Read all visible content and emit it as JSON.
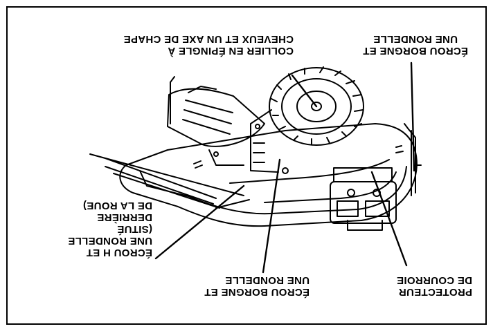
{
  "callouts": {
    "h_nut": {
      "lines": [
        "ÉCROU H ET",
        "UNE RONDELLE",
        "(SITUÉ",
        "DERRIÈRE",
        "DE LA ROUE)"
      ]
    },
    "cap_nut_lower": {
      "lines": [
        "ÉCROU BORGNE ET",
        "UNE RONDELLE"
      ]
    },
    "belt_guard": {
      "lines": [
        "PROTECTEUR",
        "DE COURROIE"
      ]
    },
    "hairpin_clevis": {
      "lines": [
        "COLLIER EN ÉPINGLE À",
        "CHEVEUX ET UN AXE DE CHAPE"
      ]
    },
    "cap_nut_upper": {
      "lines": [
        "ÉCROU BORGNE ET",
        "UNE RONDELLE"
      ]
    }
  },
  "colors": {
    "ink": "#000000",
    "paper": "#ffffff"
  },
  "orientation": "rotated-180"
}
